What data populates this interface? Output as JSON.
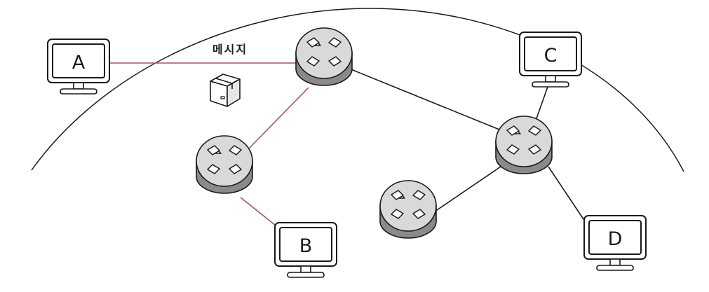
{
  "diagram": {
    "message_label": "메시지",
    "computers": [
      {
        "id": "A",
        "label": "A"
      },
      {
        "id": "B",
        "label": "B"
      },
      {
        "id": "C",
        "label": "C"
      },
      {
        "id": "D",
        "label": "D"
      }
    ],
    "routers": [
      "router-top",
      "router-left",
      "router-right",
      "router-bottom"
    ],
    "links": [
      {
        "from": "A",
        "to": "router-top",
        "highlighted": true
      },
      {
        "from": "router-top",
        "to": "router-left",
        "highlighted": true
      },
      {
        "from": "router-left",
        "to": "B",
        "highlighted": true
      },
      {
        "from": "router-top",
        "to": "router-right",
        "highlighted": false
      },
      {
        "from": "C",
        "to": "router-right",
        "highlighted": false
      },
      {
        "from": "router-right",
        "to": "router-bottom",
        "highlighted": false
      },
      {
        "from": "router-right",
        "to": "D",
        "highlighted": false
      }
    ],
    "colors": {
      "highlight_link": "#a8526a",
      "normal_link": "#1a1a1a",
      "router_top": "#d9d9d9",
      "router_side": "#8a8a8a",
      "outline": "#1a1a1a",
      "background": "#ffffff"
    },
    "icons": [
      "package-icon",
      "monitor-icon",
      "router-icon"
    ]
  }
}
